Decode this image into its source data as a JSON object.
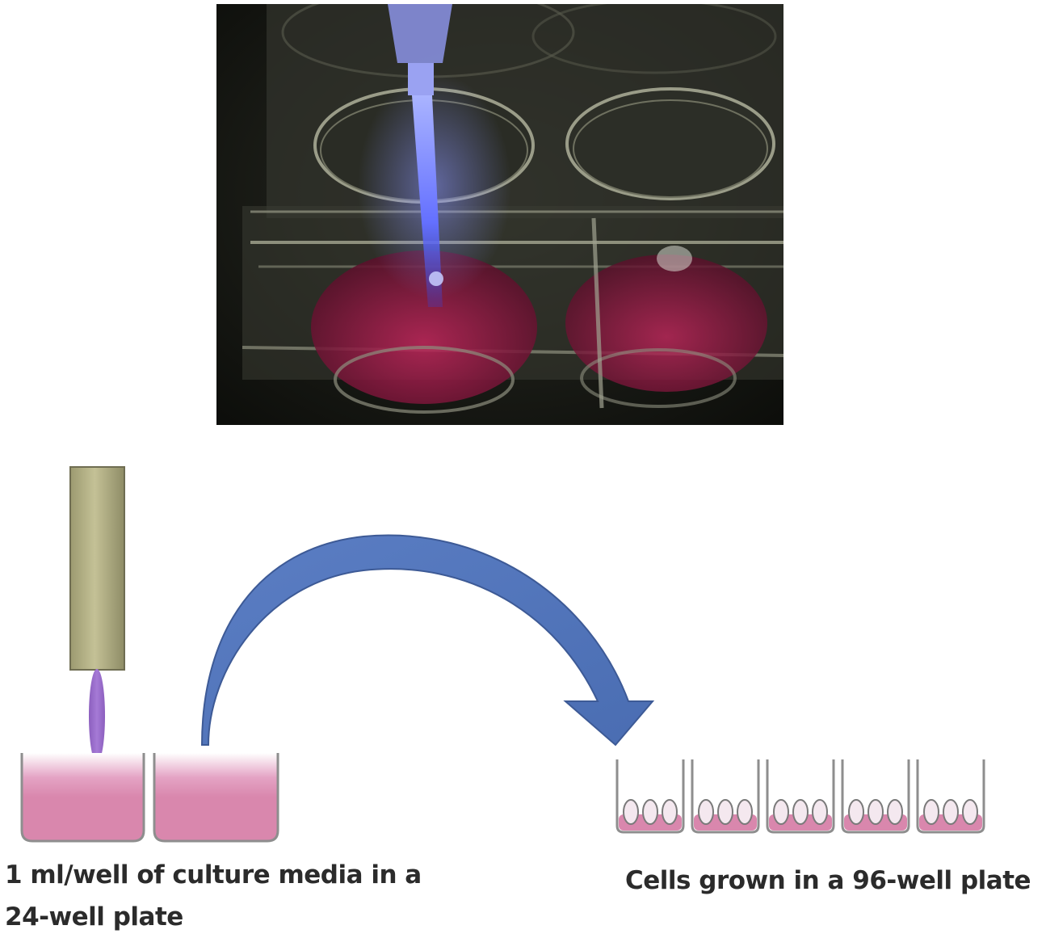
{
  "photo": {
    "subject": "plasma-jet-treating-well-plate",
    "colors": {
      "plasma": "#7a86ff",
      "medium": "#c0245a",
      "background": "#1c1e18"
    }
  },
  "schematic": {
    "source_color": "#b8b48a",
    "jet_color": "#9a6cc8",
    "medium_color": "#d987ad",
    "arrow_color": "#4f72b8",
    "cell_well_count": 5,
    "cells_per_well": 3
  },
  "labels": {
    "left_line1": "1 ml/well of culture media in a",
    "left_line2": "24-well plate",
    "right": "Cells grown in a 96-well plate"
  }
}
